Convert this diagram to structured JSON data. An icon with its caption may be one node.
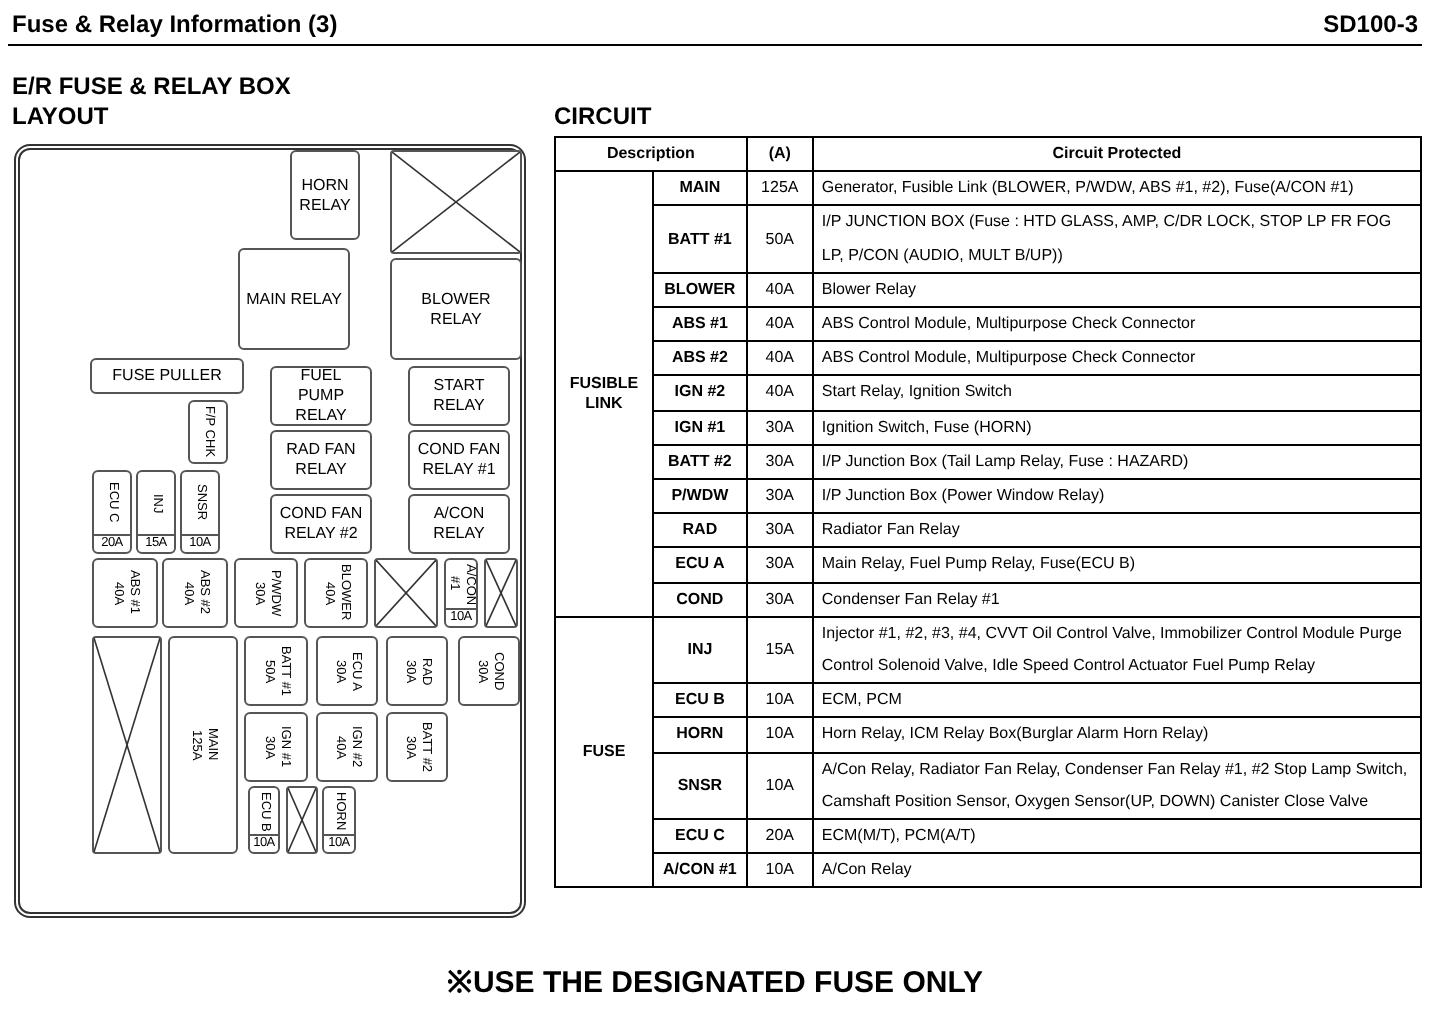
{
  "diagram": {
    "title": "Fuse & Relay Information (3)",
    "nodes": [
      {
        "text": [],
        "shape": "box"
      },
      {
        "text": [
          "HORN RELAY"
        ],
        "in": 0
      },
      {
        "text": [],
        "shape": "box",
        "in": 0
      },
      {
        "text": [
          "MAIN RELAY"
        ],
        "in": 0
      },
      {
        "text": [
          "BLOWER RELAY"
        ],
        "in": 0
      },
      {
        "text": [
          "FUSE PULLER"
        ],
        "in": 0
      },
      {
        "text": [
          "FUEL PUMP RELAY"
        ],
        "in": 0
      },
      {
        "text": [
          "START RELAY"
        ],
        "in": 0
      },
      {
        "text": [
          "F/P CHK"
        ],
        "in": 0
      },
      {
        "text": [
          "RAD FAN RELAY"
        ],
        "in": 0
      },
      {
        "text": [
          "COND FAN RELAY #1"
        ],
        "in": 0
      },
      {
        "text": [
          "ECU C",
          "20A"
        ],
        "in": 0
      },
      {
        "text": [
          "INJ",
          "15A"
        ],
        "in": 0
      },
      {
        "text": [
          "SNSR",
          "10A"
        ],
        "in": 0
      },
      {
        "text": [
          "COND FAN RELAY #2"
        ],
        "in": 0
      },
      {
        "text": [
          "A/CON RELAY"
        ],
        "in": 0
      },
      {
        "text": [
          "ABS #1",
          "40A"
        ],
        "in": 0
      },
      {
        "text": [
          "ABS #2",
          "40A"
        ],
        "in": 0
      },
      {
        "text": [
          "P/WDW",
          "30A"
        ],
        "in": 0
      },
      {
        "text": [
          "BLOWER",
          "40A"
        ],
        "in": 0
      },
      {
        "text": [],
        "shape": "box",
        "in": 0
      },
      {
        "text": [
          "A/CON #1",
          "10A"
        ],
        "in": 0
      },
      {
        "text": [],
        "shape": "box",
        "in": 0
      },
      {
        "text": [],
        "shape": "box",
        "in": 0
      },
      {
        "text": [
          "MAIN",
          "125A"
        ],
        "in": 0
      },
      {
        "text": [
          "BATT #1",
          "50A"
        ],
        "in": 0
      },
      {
        "text": [
          "ECU A",
          "30A"
        ],
        "in": 0
      },
      {
        "text": [
          "RAD",
          "30A"
        ],
        "in": 0
      },
      {
        "text": [
          "COND",
          "30A"
        ],
        "in": 0
      },
      {
        "text": [
          "IGN #1",
          "30A"
        ],
        "in": 0
      },
      {
        "text": [
          "IGN #2",
          "40A"
        ],
        "in": 0
      },
      {
        "text": [
          "BATT #2",
          "30A"
        ],
        "in": 0
      },
      {
        "text": [
          "ECU B",
          "10A"
        ],
        "in": 0
      },
      {
        "text": [],
        "shape": "box",
        "in": 0
      },
      {
        "text": [
          "HORN",
          "10A"
        ],
        "in": 0
      }
    ],
    "labels": [
      "SD100-3",
      "E/R FUSE & RELAY BOX",
      "LAYOUT",
      "CIRCUIT",
      "Description",
      "(A)",
      "Circuit Protected",
      "FUSIBLE LINK",
      "MAIN",
      "125A",
      "Generator, Fusible Link (BLOWER, P/WDW, ABS #1, #2), Fuse(A/CON #1)",
      "BATT #1",
      "50A",
      "I/P JUNCTION BOX (Fuse : HTD GLASS, AMP, C/DR LOCK, STOP LP FR FOG LP, P/CON (AUDIO, MULT B/UP))",
      "BLOWER",
      "40A",
      "Blower Relay",
      "ABS #1",
      "40A",
      "ABS Control Module, Multipurpose Check Connector",
      "ABS #2",
      "40A",
      "ABS Control Module, Multipurpose Check Connector",
      "IGN #2",
      "40A",
      "Start Relay, Ignition Switch",
      "IGN #1",
      "30A",
      "Ignition Switch, Fuse (HORN)",
      "BATT #2",
      "30A",
      "I/P Junction Box (Tail Lamp Relay, Fuse : HAZARD)",
      "P/WDW",
      "30A",
      "I/P Junction Box (Power Window Relay)",
      "RAD",
      "30A",
      "Radiator Fan Relay",
      "ECU A",
      "30A",
      "Main Relay, Fuel Pump Relay, Fuse(ECU B)",
      "COND",
      "30A",
      "Condenser Fan Relay #1",
      "FUSE",
      "INJ",
      "15A",
      "Injector #1, #2, #3, #4, CVVT Oil Control Valve, Immobilizer Control Module Purge Control Solenoid Valve, Idle Speed Control Actuator Fuel Pump Relay",
      "ECU B",
      "10A",
      "ECM, PCM",
      "HORN",
      "10A",
      "Horn Relay, ICM Relay Box(Burglar Alarm Horn Relay)",
      "SNSR",
      "10A",
      "A/Con Relay, Radiator Fan Relay, Condenser Fan Relay #1, #2 Stop Lamp Switch, Camshaft Position Sensor, Oxygen Sensor(UP, DOWN) Canister Close Valve",
      "ECU C",
      "20A",
      "ECM(M/T), PCM(A/T)",
      "A/CON #1",
      "10A",
      "A/Con Relay",
      "※USE THE DESIGNATED FUSE ONLY"
    ]
  }
}
